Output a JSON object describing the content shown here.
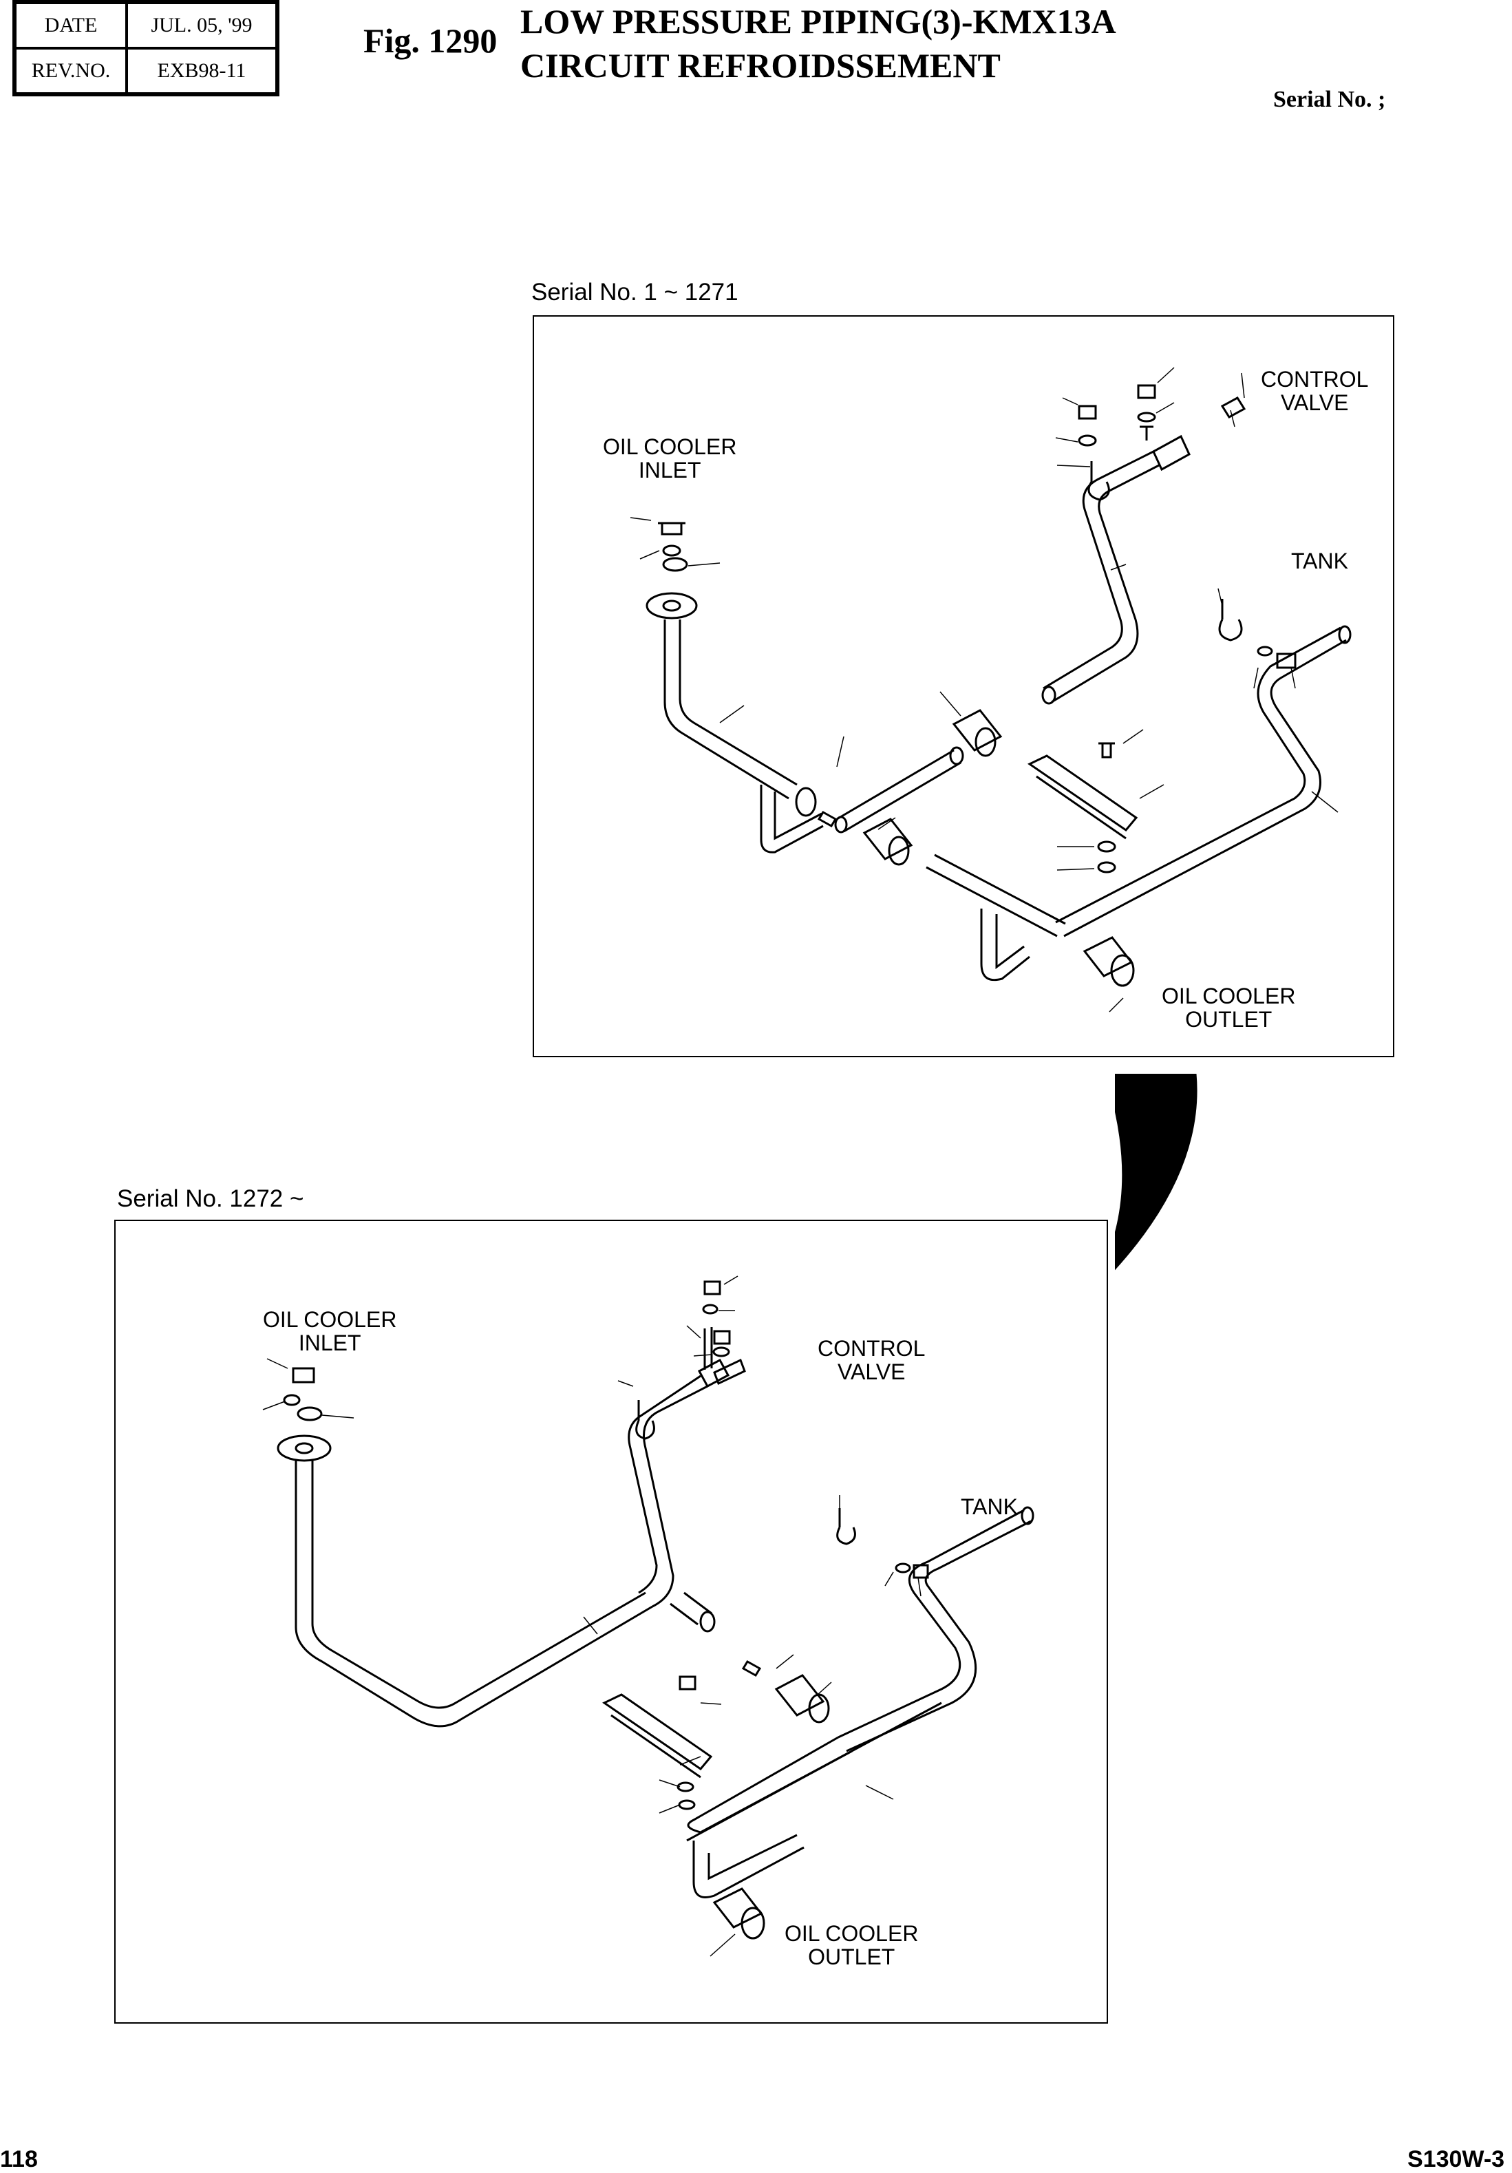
{
  "header": {
    "date_label": "DATE",
    "date_value": "JUL. 05, '99",
    "rev_label": "REV.NO.",
    "rev_value": "EXB98-11",
    "fig_number": "Fig. 1290",
    "title_line1": "LOW PRESSURE PIPING(3)-KMX13A",
    "title_line2": "CIRCUIT REFROIDSSEMENT",
    "serial": "Serial No. ;"
  },
  "panel_top": {
    "caption": "Serial No. 1 ~ 1271",
    "labels": {
      "oil_cooler_inlet": "OIL COOLER\nINLET",
      "control_valve": "CONTROL\nVALVE",
      "tank": "TANK",
      "oil_cooler_outlet": "OIL COOLER\nOUTLET"
    }
  },
  "panel_bottom": {
    "caption": "Serial No. 1272 ~",
    "labels": {
      "oil_cooler_inlet": "OIL COOLER\nINLET",
      "control_valve": "CONTROL\nVALVE",
      "tank": "TANK",
      "oil_cooler_outlet": "OIL COOLER\nOUTLET"
    }
  },
  "footer": {
    "page_number": "118",
    "model": "S130W-3"
  }
}
